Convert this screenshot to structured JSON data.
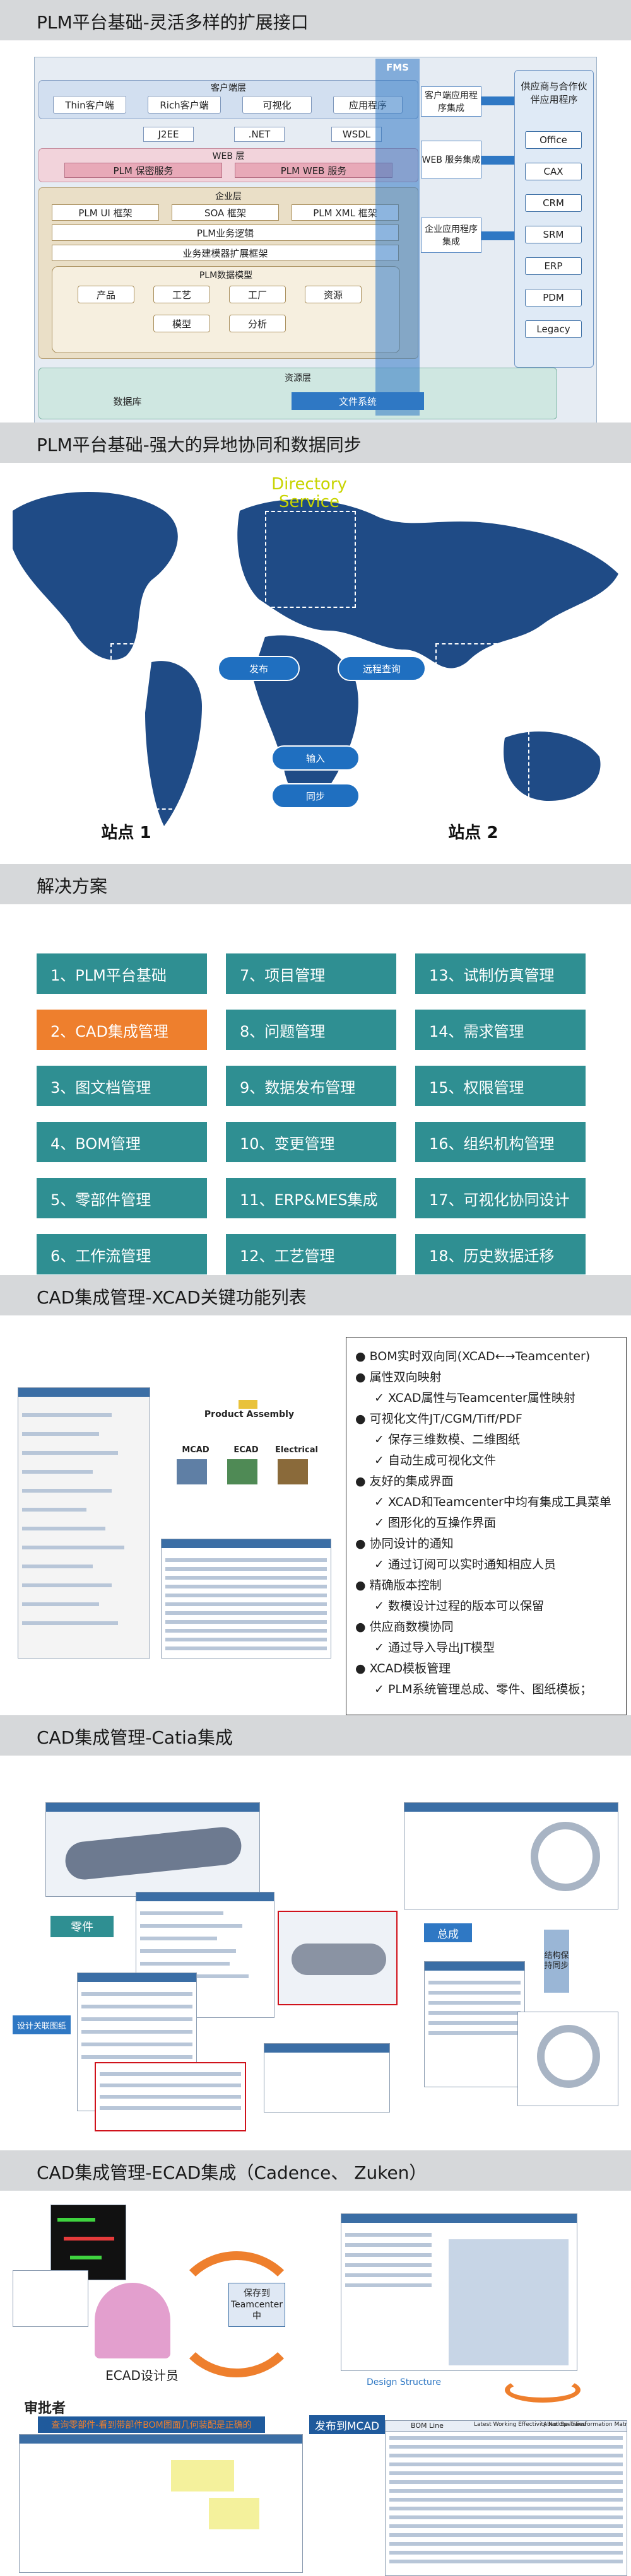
{
  "section1": {
    "title": "PLM平台基础-灵活多样的扩展接口",
    "client_layer": "客户端层",
    "clients": [
      "Thin客户端",
      "Rich客户端",
      "可视化",
      "应用程序"
    ],
    "protocols": [
      "J2EE",
      ".NET",
      "WSDL"
    ],
    "web_layer": "WEB 层",
    "web_services": [
      "PLM 保密服务",
      "PLM WEB 服务"
    ],
    "enterprise_layer": "企业层",
    "frameworks": [
      "PLM UI 框架",
      "SOA 框架",
      "PLM XML 框架"
    ],
    "business_logic": "PLM业务逻辑",
    "extension_framework": "业务建模器扩展框架",
    "data_model": "PLM数据模型",
    "data_items": [
      "产品",
      "工艺",
      "工厂",
      "资源",
      "模型",
      "分析"
    ],
    "resource_layer": "资源层",
    "resources": [
      "数据库",
      "文件系统"
    ],
    "fms": "FMS",
    "integrations": [
      "客户端应用程序集成",
      "WEB 服务集成",
      "企业应用程序集成"
    ],
    "partner_title": "供应商与合作伙伴应用程序",
    "partners": [
      "Office",
      "CAX",
      "CRM",
      "SRM",
      "ERP",
      "PDM",
      "Legacy"
    ]
  },
  "section2": {
    "title": "PLM平台基础-强大的异地协同和数据同步",
    "directory_service": "Directory Service",
    "actions": [
      "发布",
      "远程查询",
      "输入",
      "同步"
    ],
    "site1": "站点 1",
    "site2": "站点 2"
  },
  "section3": {
    "title": "解决方案",
    "items": [
      "1、PLM平台基础",
      "7、项目管理",
      "13、试制仿真管理",
      "2、CAD集成管理",
      "8、问题管理",
      "14、需求管理",
      "3、图文档管理",
      "9、数据发布管理",
      "15、权限管理",
      "4、BOM管理",
      "10、变更管理",
      "16、组织机构管理",
      "5、零部件管理",
      "11、ERP&MES集成",
      "17、可视化协同设计",
      "6、工作流管理",
      "12、工艺管理",
      "18、历史数据迁移"
    ]
  },
  "section4": {
    "title": "CAD集成管理-XCAD关键功能列表",
    "diagram_labels": [
      "Product Assembly",
      "MCAD",
      "ECAD",
      "Electrical"
    ],
    "features": [
      {
        "bullet": "BOM实时双向同(XCAD←→Teamcenter)",
        "subs": []
      },
      {
        "bullet": "属性双向映射",
        "subs": [
          "XCAD属性与Teamcenter属性映射"
        ]
      },
      {
        "bullet": "可视化文件JT/CGM/Tiff/PDF",
        "subs": [
          "保存三维数模、二维图纸",
          "自动生成可视化文件"
        ]
      },
      {
        "bullet": "友好的集成界面",
        "subs": [
          "XCAD和Teamcenter中均有集成工具菜单",
          "图形化的互操作界面"
        ]
      },
      {
        "bullet": "协同设计的通知",
        "subs": [
          "通过订阅可以实时通知相应人员"
        ]
      },
      {
        "bullet": "精确版本控制",
        "subs": [
          "数模设计过程的版本可以保留"
        ]
      },
      {
        "bullet": "供应商数模协同",
        "subs": [
          "通过导入导出JT模型"
        ]
      },
      {
        "bullet": "XCAD模板管理",
        "subs": [
          "PLM系统管理总成、零件、图纸模板；"
        ]
      }
    ]
  },
  "section5": {
    "title": "CAD集成管理-Catia集成",
    "labels": [
      "零件",
      "总成",
      "结构保持同步",
      "设计关联图纸"
    ]
  },
  "section6": {
    "title": "CAD集成管理-ECAD集成（Cadence、 Zuken）",
    "save_to": "保存到Teamcenter中",
    "ecad_designer": "ECAD设计员",
    "reviewer": "审批者",
    "reviewer_note": "查询零部件-看到带部件BOM图面几何装配是正确的",
    "design_structure": "Design Structure",
    "publish": "发布到MCAD",
    "table_headers": [
      "BOM Line",
      "Latest Working Effectivity Not Specified",
      "Absolute Transformation Matrix"
    ]
  }
}
